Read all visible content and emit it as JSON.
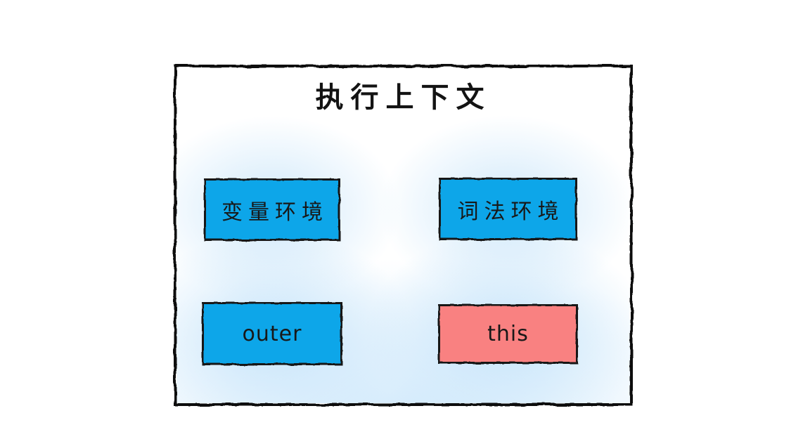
{
  "diagram": {
    "title": "执行上下文",
    "boxes": [
      {
        "id": "variable-environment",
        "label": "变量环境",
        "fill": "blue"
      },
      {
        "id": "lexical-environment",
        "label": "词法环境",
        "fill": "blue"
      },
      {
        "id": "outer",
        "label": "outer",
        "fill": "blue"
      },
      {
        "id": "this",
        "label": "this",
        "fill": "red"
      }
    ],
    "colors": {
      "blue": "#0FA6E9",
      "red": "#F98181",
      "border": "#101010",
      "glow": "#CDE7FA",
      "background": "#FFFFFF"
    }
  }
}
